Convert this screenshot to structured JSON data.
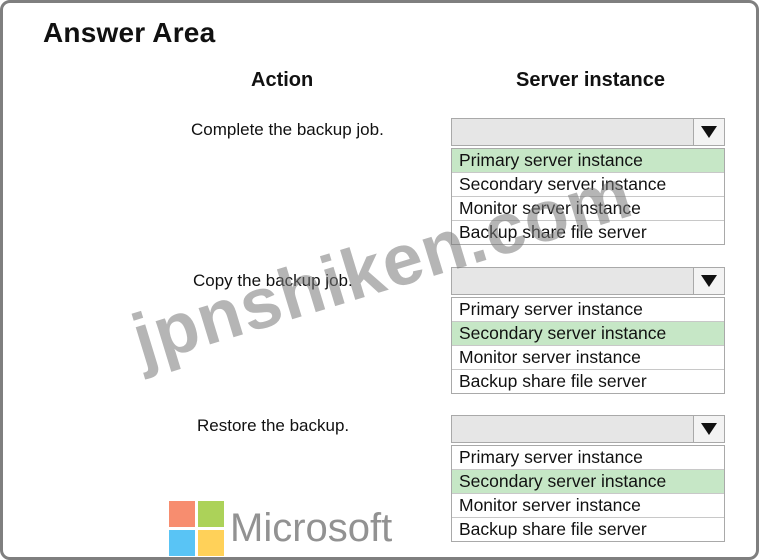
{
  "title": "Answer Area",
  "columns": {
    "action": "Action",
    "server": "Server instance"
  },
  "rows": [
    {
      "action": "Complete the backup job.",
      "options": [
        "Primary server instance",
        "Secondary server instance",
        "Monitor server instance",
        "Backup share file server"
      ],
      "selected_index": 0
    },
    {
      "action": "Copy the backup job.",
      "options": [
        "Primary server instance",
        "Secondary server instance",
        "Monitor server instance",
        "Backup share file server"
      ],
      "selected_index": 1
    },
    {
      "action": "Restore the backup.",
      "options": [
        "Primary server instance",
        "Secondary server instance",
        "Monitor server instance",
        "Backup share file server"
      ],
      "selected_index": 1
    }
  ],
  "watermark": "jpnshiken.com",
  "logo": {
    "text": "Microsoft",
    "colors": [
      "#f25022",
      "#7fba00",
      "#00a4ef",
      "#ffb900"
    ]
  },
  "colors": {
    "selected": "#c6e7c6",
    "dropdown_header": "#e6e6e6",
    "frame_border": "#7f7f7f"
  }
}
